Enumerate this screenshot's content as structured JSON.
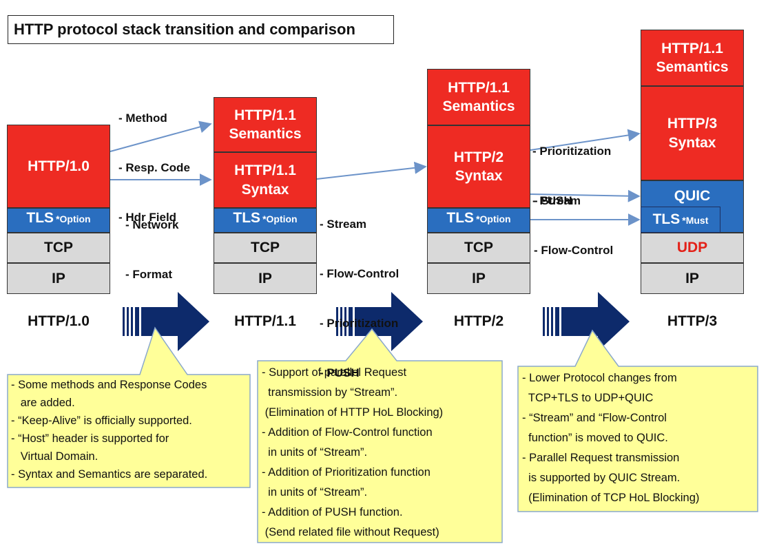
{
  "title": "HTTP protocol stack transition and comparison",
  "stacks": {
    "http10": {
      "app": "HTTP/1.0",
      "tls": "TLS",
      "tls_sub": "*Option",
      "tcp": "TCP",
      "ip": "IP",
      "version": "HTTP/1.0"
    },
    "http11": {
      "semantics": [
        "HTTP/1.1",
        "Semantics"
      ],
      "syntax": [
        "HTTP/1.1",
        "Syntax"
      ],
      "tls": "TLS",
      "tls_sub": "*Option",
      "tcp": "TCP",
      "ip": "IP",
      "version": "HTTP/1.1"
    },
    "http2": {
      "semantics": [
        "HTTP/1.1",
        "Semantics"
      ],
      "syntax": [
        "HTTP/2",
        "Syntax"
      ],
      "tls": "TLS",
      "tls_sub": "*Option",
      "tcp": "TCP",
      "ip": "IP",
      "version": "HTTP/2"
    },
    "http3": {
      "semantics": [
        "HTTP/1.1",
        "Semantics"
      ],
      "syntax": [
        "HTTP/3",
        "Syntax"
      ],
      "quic": "QUIC",
      "tls": "TLS",
      "tls_sub": "*Must",
      "udp": "UDP",
      "ip": "IP",
      "version": "HTTP/3"
    }
  },
  "transitions": {
    "t1_upper": [
      "- Method",
      "- Resp. Code",
      "- Hdr Field"
    ],
    "t1_lower": [
      "- Network",
      "- Format"
    ],
    "t2": [
      "- Stream",
      "- Flow-Control",
      "- Prioritization",
      "- PUSH"
    ],
    "t3_upper": [
      "- Prioritization",
      "- PUSH"
    ],
    "t3_lower": [
      "- Stream",
      "- Flow-Control"
    ]
  },
  "callouts": {
    "c1": [
      "- Some methods and Response Codes",
      "   are added.",
      "- “Keep-Alive” is officially supported.",
      "- “Host” header is supported for",
      "   Virtual Domain.",
      "- Syntax and Semantics are separated."
    ],
    "c2": [
      "- Support of parallel Request",
      "  transmission by “Stream”.",
      " (Elimination of HTTP HoL Blocking)",
      "- Addition of Flow-Control function",
      "  in units of “Stream”.",
      "- Addition of Prioritization function",
      "  in units of “Stream”.",
      "- Addition of PUSH function.",
      " (Send related file without Request)"
    ],
    "c3": [
      "- Lower Protocol changes from",
      "  TCP+TLS to UDP+QUIC",
      "- “Stream” and “Flow-Control",
      "  function” is moved to QUIC.",
      "- Parallel Request transmission",
      "  is supported by QUIC Stream.",
      "  (Elimination of TCP HoL Blocking)"
    ]
  },
  "colors": {
    "red": "#ee2b23",
    "blue": "#2a6ebf",
    "gray": "#d9d9d9",
    "arrow_navy": "#0d2a6b",
    "callout_fill": "#ffff99",
    "line_blue": "#6c93c9"
  }
}
